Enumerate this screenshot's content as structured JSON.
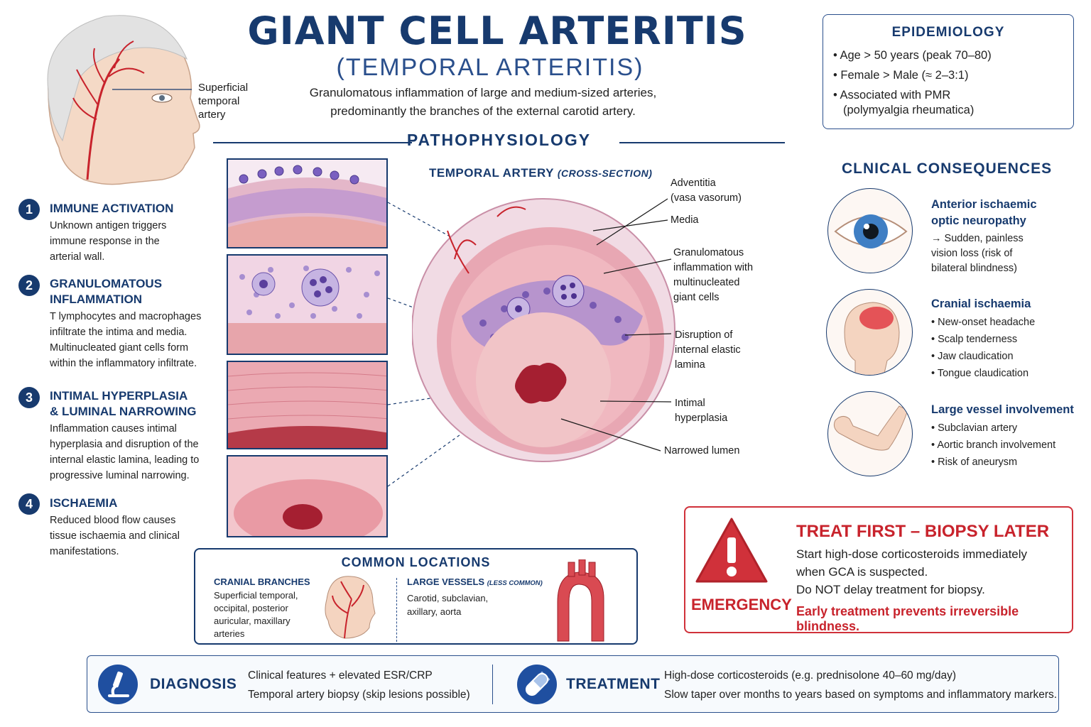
{
  "header": {
    "title": "GIANT CELL ARTERITIS",
    "subtitle": "(TEMPORAL ARTERITIS)",
    "description_line1": "Granulomatous inflammation of large and medium-sized arteries,",
    "description_line2": "predominantly the branches of the external carotid artery."
  },
  "head_illustration": {
    "label_line1": "Superficial",
    "label_line2": "temporal",
    "label_line3": "artery"
  },
  "pathophysiology": {
    "heading": "PATHOPHYSIOLOGY",
    "steps": [
      {
        "number": "1",
        "title_line1": "IMMUNE ACTIVATION",
        "title_line2": "",
        "text": [
          "Unknown antigen triggers",
          "immune response in the",
          "arterial wall."
        ]
      },
      {
        "number": "2",
        "title_line1": "GRANULOMATOUS",
        "title_line2": "INFLAMMATION",
        "text": [
          "T lymphocytes and macrophages",
          "infiltrate the intima and media.",
          "Multinucleated giant cells form",
          "within the inflammatory infiltrate."
        ]
      },
      {
        "number": "3",
        "title_line1": "INTIMAL HYPERPLASIA",
        "title_line2": "& LUMINAL NARROWING",
        "text": [
          "Inflammation causes intimal",
          "hyperplasia and disruption of the",
          "internal elastic lamina, leading to",
          "progressive luminal narrowing."
        ]
      },
      {
        "number": "4",
        "title_line1": "ISCHAEMIA",
        "title_line2": "",
        "text": [
          "Reduced blood flow causes",
          "tissue ischaemia and clinical",
          "manifestations."
        ]
      }
    ],
    "cross_section": {
      "title_main": "TEMPORAL ARTERY",
      "title_note": "(CROSS-SECTION)",
      "labels": {
        "adventitia_1": "Adventitia",
        "adventitia_2": "(vasa vasorum)",
        "media": "Media",
        "granulomatous_1": "Granulomatous",
        "granulomatous_2": "inflammation with",
        "granulomatous_3": "multinucleated",
        "granulomatous_4": "giant cells",
        "disruption_1": "Disruption of",
        "disruption_2": "internal elastic",
        "disruption_3": "lamina",
        "intimal_1": "Intimal",
        "intimal_2": "hyperplasia",
        "lumen": "Narrowed lumen"
      }
    }
  },
  "common_locations": {
    "heading": "COMMON LOCATIONS",
    "cranial": {
      "title": "CRANIAL BRANCHES",
      "lines": [
        "Superficial temporal,",
        "occipital, posterior",
        "auricular, maxillary",
        "arteries"
      ]
    },
    "large": {
      "title": "LARGE VESSELS",
      "note": "(LESS COMMON)",
      "lines": [
        "Carotid, subclavian,",
        "axillary, aorta"
      ]
    }
  },
  "epidemiology": {
    "heading": "EPIDEMIOLOGY",
    "items": [
      "Age > 50 years (peak 70–80)",
      "Female > Male (≈ 2–3:1)",
      "Associated with PMR"
    ],
    "item3_line2": "(polymyalgia rheumatica)"
  },
  "clinical": {
    "heading": "CLNICAL CONSEQUENCES",
    "eye": {
      "title_line1": "Anterior ischaemic",
      "title_line2": "optic neuropathy",
      "lines": [
        "→ Sudden, painless",
        "vision loss (risk of",
        "bilateral blindness)"
      ]
    },
    "cranial": {
      "title": "Cranial ischaemia",
      "items": [
        "New-onset headache",
        "Scalp tenderness",
        "Jaw claudication",
        "Tongue claudication"
      ]
    },
    "large": {
      "title": "Large vessel involvement",
      "items": [
        "Subclavian artery",
        "Aortic branch involvement",
        "Risk of aneurysm"
      ]
    }
  },
  "emergency": {
    "label": "EMERGENCY",
    "title": "TREAT FIRST – BIOPSY LATER",
    "lines": [
      "Start high-dose corticosteroids immediately",
      "when GCA is suspected.",
      "Do NOT delay treatment for biopsy."
    ],
    "strong": "Early treatment prevents irreversible blindness."
  },
  "bottom": {
    "diagnosis": {
      "label": "DIAGNOSIS",
      "lines": [
        "Clinical features + elevated ESR/CRP",
        "Temporal artery biopsy (skip lesions possible)"
      ]
    },
    "treatment": {
      "label": "TREATMENT",
      "lines": [
        "High-dose corticosteroids (e.g. prednisolone 40–60 mg/day)",
        "Slow taper over months to years based on symptoms and inflammatory markers."
      ]
    }
  },
  "colors": {
    "navy": "#173a6e",
    "red": "#c8232c",
    "pink": "#e8a3a8",
    "purple": "#8f72b8"
  },
  "icons": [
    "microscope-icon",
    "pill-icon",
    "warning-icon",
    "eye-icon",
    "head-icon",
    "arm-icon",
    "aorta-icon"
  ]
}
